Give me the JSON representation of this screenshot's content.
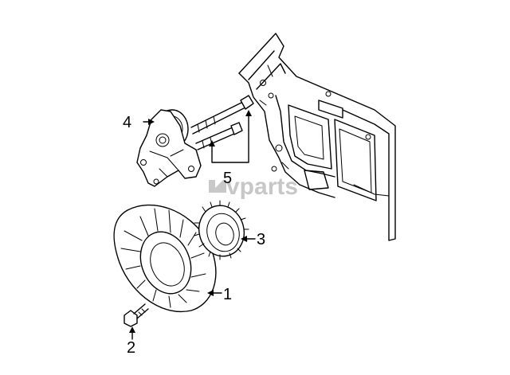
{
  "callouts": [
    {
      "id": "1",
      "label": "1"
    },
    {
      "id": "2",
      "label": "2"
    },
    {
      "id": "3",
      "label": "3"
    },
    {
      "id": "4",
      "label": "4"
    },
    {
      "id": "5",
      "label": "5"
    }
  ],
  "watermark": {
    "text": "vparts",
    "icon": "vparts-logo-icon"
  },
  "colors": {
    "line": "#000000",
    "background": "#ffffff",
    "watermark": "#9a9a9a"
  }
}
